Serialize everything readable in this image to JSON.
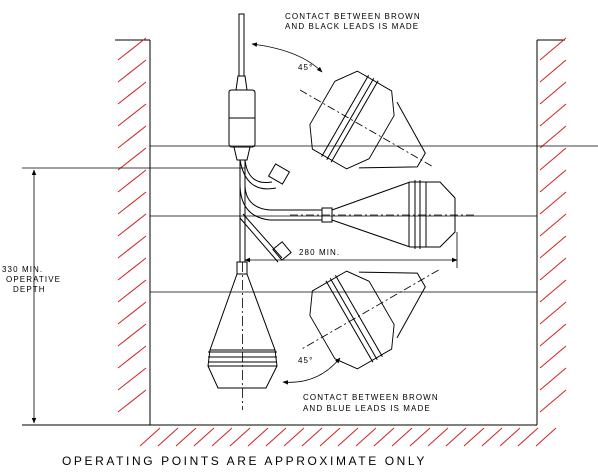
{
  "labels": {
    "top_note_line1": "CONTACT BETWEEN BROWN",
    "top_note_line2": "AND BLACK LEADS IS MADE",
    "bottom_note_line1": "CONTACT BETWEEN BROWN",
    "bottom_note_line2": "AND BLUE LEADS IS MADE",
    "angle_top": "45°",
    "angle_bottom": "45°",
    "min_length": "280 MIN.",
    "depth_line1": "330 MIN.",
    "depth_line2": "OPERATIVE",
    "depth_line3": "DEPTH",
    "footer": "OPERATING POINTS ARE APPROXIMATE ONLY"
  },
  "colors": {
    "line": "#000000",
    "hatch": "#d62020",
    "background": "#ffffff"
  }
}
